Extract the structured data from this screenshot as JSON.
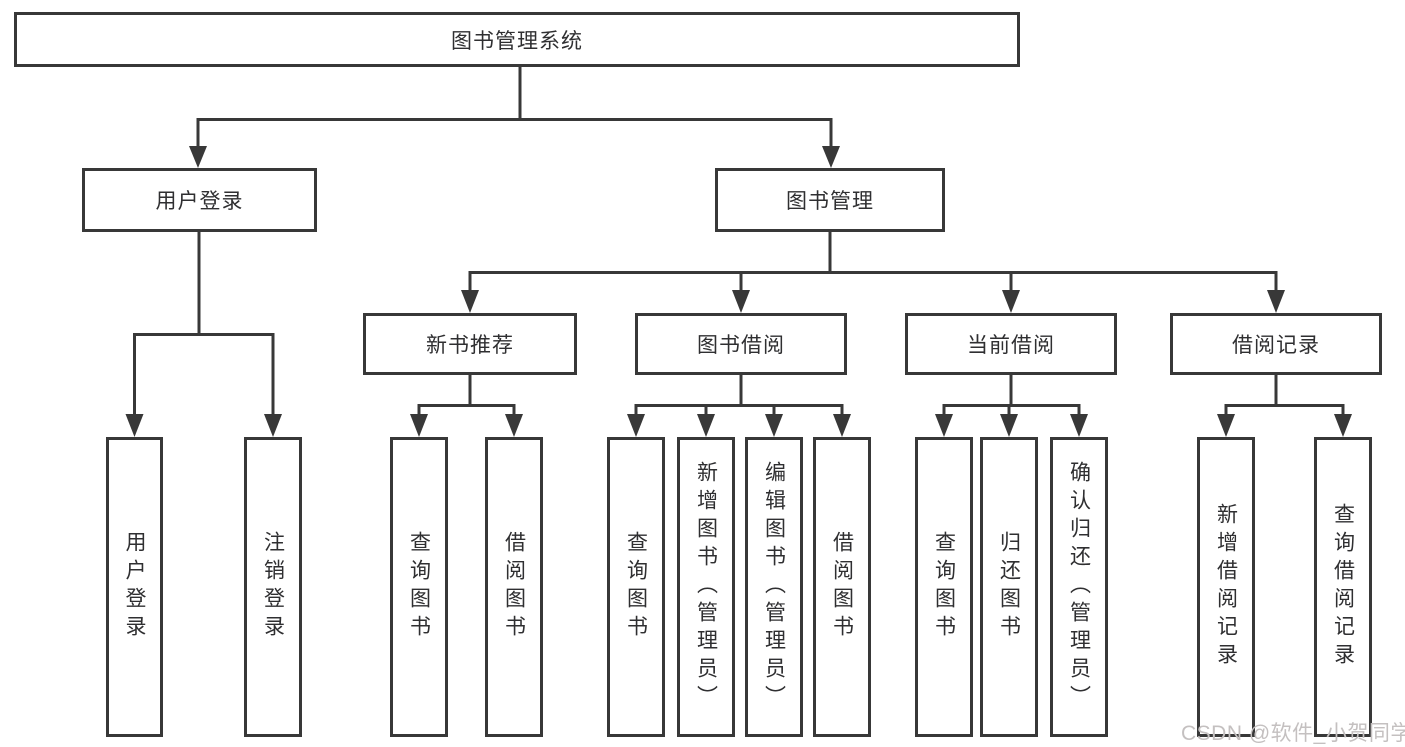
{
  "diagram": {
    "root": {
      "label": "图书管理系统"
    },
    "level2": [
      {
        "label": "用户登录"
      },
      {
        "label": "图书管理"
      }
    ],
    "level3": [
      {
        "label": "新书推荐"
      },
      {
        "label": "图书借阅"
      },
      {
        "label": "当前借阅"
      },
      {
        "label": "借阅记录"
      }
    ],
    "leaves": {
      "user_login": [
        "用户登录",
        "注销登录"
      ],
      "new_book": [
        "查询图书",
        "借阅图书"
      ],
      "book_borrow": [
        "查询图书",
        "新增图书（管理员）",
        "编辑图书（管理员）",
        "借阅图书"
      ],
      "current_borrow": [
        "查询图书",
        "归还图书",
        "确认归还（管理员）"
      ],
      "borrow_records": [
        "新增借阅记录",
        "查询借阅记录"
      ]
    },
    "colors": {
      "line": "#383838",
      "text": "#2f2f31",
      "background": "#ffffff",
      "watermark": "#c4c0c0"
    }
  },
  "watermark": {
    "text": "CSDN @软件_小贺同学"
  }
}
